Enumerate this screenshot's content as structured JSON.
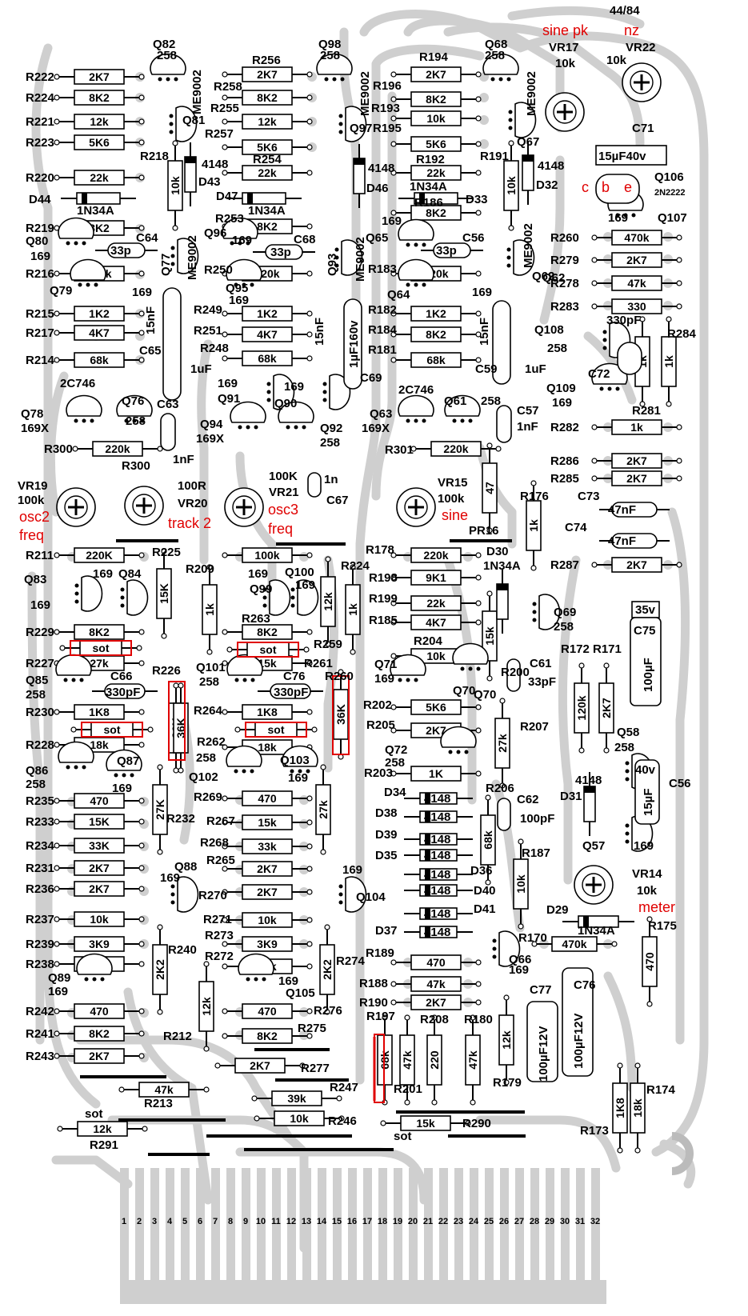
{
  "resistors_h": [
    {
      "ref": "R222",
      "value": "2K7"
    },
    {
      "ref": "R224",
      "value": "8K2"
    },
    {
      "ref": "R221",
      "value": "12k"
    },
    {
      "ref": "R223",
      "value": "5K6"
    },
    {
      "ref": "R220",
      "value": "22k"
    },
    {
      "ref": "R219",
      "value": "8K2"
    },
    {
      "ref": "R216",
      "value": "120k"
    },
    {
      "ref": "R215",
      "value": "1K2"
    },
    {
      "ref": "R217",
      "value": "4K7"
    },
    {
      "ref": "R214",
      "value": "68k"
    },
    {
      "ref": "R300",
      "value": "220k"
    },
    {
      "ref": "R256",
      "value": "2K7"
    },
    {
      "ref": "R255",
      "value": "8K2"
    },
    {
      "ref": "R257",
      "value": "12k"
    },
    {
      "ref": "R254",
      "value": "5K6"
    },
    {
      "ref": "R252",
      "value": "22k"
    },
    {
      "ref": "R253",
      "value": "8K2"
    },
    {
      "ref": "R250",
      "value": "120k"
    },
    {
      "ref": "R249",
      "value": "1K2"
    },
    {
      "ref": "R251",
      "value": "4K7"
    },
    {
      "ref": "R248",
      "value": "68k"
    },
    {
      "ref": "R194",
      "value": "2K7"
    },
    {
      "ref": "R196",
      "value": "8K2"
    },
    {
      "ref": "R193",
      "value": "10k"
    },
    {
      "ref": "R195",
      "value": "5K6"
    },
    {
      "ref": "R192",
      "value": "22k"
    },
    {
      "ref": "R186",
      "value": "8K2"
    },
    {
      "ref": "R183",
      "value": "120k"
    },
    {
      "ref": "R182",
      "value": "1K2"
    },
    {
      "ref": "R184",
      "value": "8K2"
    },
    {
      "ref": "R181",
      "value": "68k"
    },
    {
      "ref": "R301",
      "value": "220k"
    },
    {
      "ref": "R260",
      "value": "470k"
    },
    {
      "ref": "R279",
      "value": "2K7"
    },
    {
      "ref": "R278",
      "value": "47k"
    },
    {
      "ref": "R283",
      "value": "330"
    },
    {
      "ref": "R282",
      "value": "1k"
    },
    {
      "ref": "R286",
      "value": "2K7"
    },
    {
      "ref": "R285",
      "value": "2K7"
    },
    {
      "ref": "R287",
      "value": "2K7"
    },
    {
      "ref": "R211",
      "value": "220K"
    },
    {
      "ref": "R229",
      "value": "8K2"
    },
    {
      "ref": "R227",
      "value": "27k"
    },
    {
      "ref": "R230",
      "value": "1K8"
    },
    {
      "ref": "R228",
      "value": "18k"
    },
    {
      "ref": "R235",
      "value": "470"
    },
    {
      "ref": "R233",
      "value": "15K"
    },
    {
      "ref": "R234",
      "value": "33K"
    },
    {
      "ref": "R231",
      "value": "2K7"
    },
    {
      "ref": "R236",
      "value": "2K7"
    },
    {
      "ref": "R237",
      "value": "10k"
    },
    {
      "ref": "R239",
      "value": "3K9"
    },
    {
      "ref": "R238",
      "value": "36k"
    },
    {
      "ref": "R242",
      "value": "470"
    },
    {
      "ref": "R241",
      "value": "8K2"
    },
    {
      "ref": "R243",
      "value": "2K7"
    },
    {
      "ref": "R263",
      "value": "100k"
    },
    {
      "ref": "R259",
      "value": "8K2"
    },
    {
      "ref": "R261",
      "value": "15k"
    },
    {
      "ref": "R264",
      "value": "1K8"
    },
    {
      "ref": "R262",
      "value": "18k"
    },
    {
      "ref": "R269",
      "value": "470"
    },
    {
      "ref": "R267",
      "value": "15k"
    },
    {
      "ref": "R268",
      "value": "33k"
    },
    {
      "ref": "R265",
      "value": "2K7"
    },
    {
      "ref": "R270",
      "value": "2K7"
    },
    {
      "ref": "R271",
      "value": "10k"
    },
    {
      "ref": "R273",
      "value": "3K9"
    },
    {
      "ref": "R272",
      "value": "36k"
    },
    {
      "ref": "R276",
      "value": "470"
    },
    {
      "ref": "R275",
      "value": "8K2"
    },
    {
      "ref": "R277",
      "value": "2K7"
    },
    {
      "ref": "R178",
      "value": "220k"
    },
    {
      "ref": "R198",
      "value": "9K1"
    },
    {
      "ref": "R199",
      "value": "22k"
    },
    {
      "ref": "R185",
      "value": "4K7"
    },
    {
      "ref": "R204",
      "value": "10k"
    },
    {
      "ref": "R202",
      "value": "5K6"
    },
    {
      "ref": "R205",
      "value": "2K7"
    },
    {
      "ref": "R203",
      "value": "1K"
    },
    {
      "ref": "R189",
      "value": "470"
    },
    {
      "ref": "R188",
      "value": "47k"
    },
    {
      "ref": "R190",
      "value": "2K7"
    },
    {
      "ref": "R170",
      "value": "470k"
    },
    {
      "ref": "R213",
      "value": "47k"
    },
    {
      "ref": "R247",
      "value": "39k"
    },
    {
      "ref": "R246",
      "value": "10k"
    },
    {
      "ref": "R290",
      "value": "15k"
    },
    {
      "ref": "R291",
      "value": "12k"
    }
  ],
  "resistors_v": [
    {
      "ref": "R218",
      "value": "10k"
    },
    {
      "ref": "R191",
      "value": "10k"
    },
    {
      "ref": "R281",
      "value": "1k"
    },
    {
      "ref": "R284",
      "value": "1k"
    },
    {
      "ref": "PR16",
      "value": "47"
    },
    {
      "ref": "R176",
      "value": "1k"
    },
    {
      "ref": "R225",
      "value": "15K"
    },
    {
      "ref": "R209",
      "value": "1k"
    },
    {
      "ref": "R226",
      "value": "36K"
    },
    {
      "ref": "R232",
      "value": "27K"
    },
    {
      "ref": "R240",
      "value": "2K2"
    },
    {
      "ref": "R212",
      "value": "12k"
    },
    {
      "ref": "R224b",
      "value": "12k"
    },
    {
      "ref": "R274",
      "value": "2K2"
    },
    {
      "ref": "R266",
      "value": "27k"
    },
    {
      "ref": "R200",
      "value": "15k"
    },
    {
      "ref": "R207",
      "value": "27k"
    },
    {
      "ref": "R206",
      "value": "68k"
    },
    {
      "ref": "R187",
      "value": "10k"
    },
    {
      "ref": "R172",
      "value": "120k"
    },
    {
      "ref": "R171",
      "value": "2K7"
    },
    {
      "ref": "R175",
      "value": "470"
    },
    {
      "ref": "R197",
      "value": "68k"
    },
    {
      "ref": "R201",
      "value": "47k"
    },
    {
      "ref": "R208",
      "value": "220"
    },
    {
      "ref": "R180",
      "value": "47k"
    },
    {
      "ref": "R179",
      "value": "12k"
    },
    {
      "ref": "R173",
      "value": "1K8"
    },
    {
      "ref": "R174",
      "value": "18k"
    },
    {
      "ref": "R260b",
      "value": "36K"
    },
    {
      "ref": "R226b",
      "value": "36K"
    }
  ],
  "transistors": [
    {
      "ref": "Q82",
      "type": "258"
    },
    {
      "ref": "Q98",
      "type": "258"
    },
    {
      "ref": "Q68",
      "type": "258"
    },
    {
      "ref": "Q81",
      "type": "ME9002"
    },
    {
      "ref": "Q97",
      "type": "ME9002"
    },
    {
      "ref": "Q67",
      "type": "ME9002"
    },
    {
      "ref": "Q80",
      "type": "169"
    },
    {
      "ref": "Q96",
      "type": "169"
    },
    {
      "ref": "Q65",
      "type": "169"
    },
    {
      "ref": "Q77",
      "type": "ME9002"
    },
    {
      "ref": "Q93",
      "type": "ME9002"
    },
    {
      "ref": "Q62",
      "type": "ME9002"
    },
    {
      "ref": "Q79",
      "type": "169"
    },
    {
      "ref": "Q95",
      "type": "169"
    },
    {
      "ref": "Q64",
      "type": "169"
    },
    {
      "ref": "Q106",
      "type": "2N2222"
    },
    {
      "ref": "Q107",
      "type": "169"
    },
    {
      "ref": "Q108",
      "type": "258"
    },
    {
      "ref": "Q109",
      "type": "169"
    },
    {
      "ref": "Q91",
      "type": "169"
    },
    {
      "ref": "Q90",
      "type": "169"
    },
    {
      "ref": "Q76",
      "type": "258"
    },
    {
      "ref": "Q78",
      "type": "169X"
    },
    {
      "ref": "Q94",
      "type": "169X"
    },
    {
      "ref": "Q92",
      "type": "258"
    },
    {
      "ref": "Q63",
      "type": "169X"
    },
    {
      "ref": "Q61",
      "type": "258"
    },
    {
      "ref": "Q83",
      "type": "169"
    },
    {
      "ref": "Q84",
      "type": "169"
    },
    {
      "ref": "Q99",
      "type": "169"
    },
    {
      "ref": "Q100",
      "type": "169"
    },
    {
      "ref": "Q69",
      "type": "258"
    },
    {
      "ref": "Q85",
      "type": "258"
    },
    {
      "ref": "Q101",
      "type": "258"
    },
    {
      "ref": "Q71",
      "type": "169"
    },
    {
      "ref": "Q70",
      "type": "169"
    },
    {
      "ref": "Q72",
      "type": "258"
    },
    {
      "ref": "Q86",
      "type": "258"
    },
    {
      "ref": "Q87",
      "type": "169"
    },
    {
      "ref": "Q102",
      "type": "258"
    },
    {
      "ref": "Q103",
      "type": "169"
    },
    {
      "ref": "Q58",
      "type": "258"
    },
    {
      "ref": "Q57",
      "type": "169"
    },
    {
      "ref": "Q88",
      "type": "169"
    },
    {
      "ref": "Q104",
      "type": "169"
    },
    {
      "ref": "Q66",
      "type": "169"
    },
    {
      "ref": "Q89",
      "type": "169"
    },
    {
      "ref": "Q105",
      "type": "169"
    }
  ],
  "diodes": [
    {
      "ref": "D43",
      "type": "4148"
    },
    {
      "ref": "D46",
      "type": "4148"
    },
    {
      "ref": "D32",
      "type": "4148"
    },
    {
      "ref": "D44",
      "type": "1N34A"
    },
    {
      "ref": "D47",
      "type": "1N34A"
    },
    {
      "ref": "D33",
      "type": "1N34A"
    },
    {
      "ref": "D30",
      "type": "1N34A"
    },
    {
      "ref": "D31",
      "type": "4148"
    },
    {
      "ref": "D29",
      "type": "1N34A"
    },
    {
      "ref": "D34",
      "type": "4148"
    },
    {
      "ref": "D38",
      "type": "4148"
    },
    {
      "ref": "D39",
      "type": "4148"
    },
    {
      "ref": "D35",
      "type": "4148"
    },
    {
      "ref": "D36",
      "type": "4148"
    },
    {
      "ref": "D40",
      "type": "4148"
    },
    {
      "ref": "D41",
      "type": "4148"
    },
    {
      "ref": "D37",
      "type": "4148"
    }
  ],
  "capacitors": [
    {
      "ref": "C71",
      "value": "15µF40v"
    },
    {
      "ref": "C64",
      "value": "33p"
    },
    {
      "ref": "C68",
      "value": "33p"
    },
    {
      "ref": "C56",
      "value": "33p"
    },
    {
      "ref": "C65",
      "value": "15nF"
    },
    {
      "ref": "C65b",
      "value": "1uF"
    },
    {
      "ref": "C69",
      "value": "1µF160v"
    },
    {
      "ref": "C69b",
      "value": "15nF"
    },
    {
      "ref": "C59",
      "value": "15nF"
    },
    {
      "ref": "C59b",
      "value": "1uF"
    },
    {
      "ref": "C72",
      "value": "330pF"
    },
    {
      "ref": "C63",
      "value": "1nF"
    },
    {
      "ref": "C57",
      "value": "1nF"
    },
    {
      "ref": "C67",
      "value": "1n"
    },
    {
      "ref": "C73",
      "value": "47nF"
    },
    {
      "ref": "C74",
      "value": "47nF"
    },
    {
      "ref": "C75",
      "value": "100µF"
    },
    {
      "ref": "C75v",
      "value": "35v"
    },
    {
      "ref": "C66",
      "value": "330pF"
    },
    {
      "ref": "C76",
      "value": "330pF"
    },
    {
      "ref": "C61",
      "value": "33pF"
    },
    {
      "ref": "C62",
      "value": "100pF"
    },
    {
      "ref": "C56b",
      "value": "15µF"
    },
    {
      "ref": "C56v",
      "value": "40v"
    },
    {
      "ref": "C77",
      "value": "100µF12V"
    },
    {
      "ref": "C76b",
      "value": "100µF12V"
    }
  ],
  "pots": [
    {
      "ref": "VR17",
      "value": "10k",
      "note": "sine pk"
    },
    {
      "ref": "VR22",
      "value": "10k",
      "note": "nz"
    },
    {
      "ref": "VR19",
      "value": "100k",
      "note": "osc2 freq"
    },
    {
      "ref": "VR20",
      "value": "100R",
      "note": "track 2"
    },
    {
      "ref": "VR21",
      "value": "100K",
      "note": "osc3 freq"
    },
    {
      "ref": "VR15",
      "value": "100k",
      "note": "sine"
    },
    {
      "ref": "VR14",
      "value": "10k",
      "note": "meter"
    }
  ],
  "misc_labels": {
    "header_mark": "44/84",
    "trans_code_1": "2C746",
    "trans_code_2": "2C746",
    "pin_cbe": [
      "c",
      "b",
      "e"
    ],
    "sot": "sot"
  },
  "edge_pins": [
    "1",
    "2",
    "3",
    "4",
    "5",
    "6",
    "7",
    "8",
    "9",
    "10",
    "11",
    "12",
    "13",
    "14",
    "15",
    "16",
    "17",
    "18",
    "19",
    "20",
    "21",
    "22",
    "23",
    "24",
    "25",
    "26",
    "27",
    "28",
    "29",
    "30",
    "31",
    "32"
  ],
  "colors": {
    "trace": "#cfcfcf",
    "ink": "#000000",
    "annotation": "#e00000",
    "body": "#ffffff"
  }
}
